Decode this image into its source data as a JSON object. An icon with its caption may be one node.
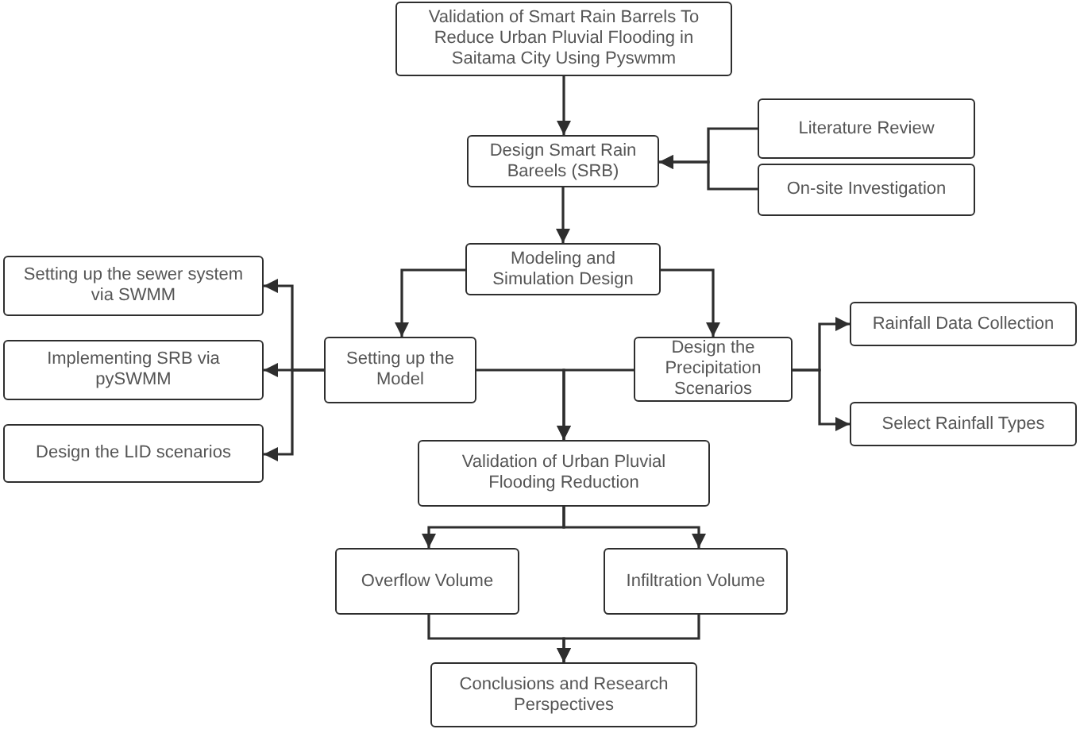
{
  "diagram": {
    "nodes": [
      {
        "text": [
          "Validation of Smart Rain Barrels To Reduce Urban Pluvial Flooding in Saitama City Using Pyswmm"
        ]
      },
      {
        "text": [
          "Design Smart Rain Bareels (SRB)"
        ]
      },
      {
        "text": [
          "Literature Review"
        ]
      },
      {
        "text": [
          "On-site Investigation"
        ]
      },
      {
        "text": [
          "Modeling and Simulation Design"
        ]
      },
      {
        "text": [
          "Setting up the sewer system via SWMM"
        ]
      },
      {
        "text": [
          "Implementing SRB via pySWMM"
        ]
      },
      {
        "text": [
          "Design the LID scenarios"
        ]
      },
      {
        "text": [
          "Setting up the Model"
        ]
      },
      {
        "text": [
          "Design the Precipitation Scenarios"
        ]
      },
      {
        "text": [
          "Rainfall Data Collection"
        ]
      },
      {
        "text": [
          "Select Rainfall Types"
        ]
      },
      {
        "text": [
          "Validation of Urban Pluvial Flooding Reduction"
        ]
      },
      {
        "text": [
          "Overflow Volume"
        ]
      },
      {
        "text": [
          "Infiltration Volume"
        ]
      },
      {
        "text": [
          "Conclusions and Research Perspectives"
        ]
      }
    ],
    "edges": [
      {
        "from": 0,
        "to": 1,
        "arrow": "to"
      },
      {
        "from": 2,
        "to": 1,
        "arrow": "to"
      },
      {
        "from": 3,
        "to": 1,
        "arrow": "to"
      },
      {
        "from": 1,
        "to": 4,
        "arrow": "to"
      },
      {
        "from": 4,
        "to": 8,
        "arrow": "to"
      },
      {
        "from": 4,
        "to": 9,
        "arrow": "to"
      },
      {
        "from": 8,
        "to": 5,
        "arrow": "to"
      },
      {
        "from": 8,
        "to": 6,
        "arrow": "to"
      },
      {
        "from": 8,
        "to": 7,
        "arrow": "to"
      },
      {
        "from": 9,
        "to": 10,
        "arrow": "to"
      },
      {
        "from": 9,
        "to": 11,
        "arrow": "to"
      },
      {
        "from": 8,
        "to": 12,
        "arrow": "to"
      },
      {
        "from": 9,
        "to": 12,
        "arrow": "to"
      },
      {
        "from": 12,
        "to": 13,
        "arrow": "to"
      },
      {
        "from": 12,
        "to": 14,
        "arrow": "to"
      },
      {
        "from": 13,
        "to": 15,
        "arrow": "to"
      },
      {
        "from": 14,
        "to": 15,
        "arrow": "to"
      }
    ]
  }
}
